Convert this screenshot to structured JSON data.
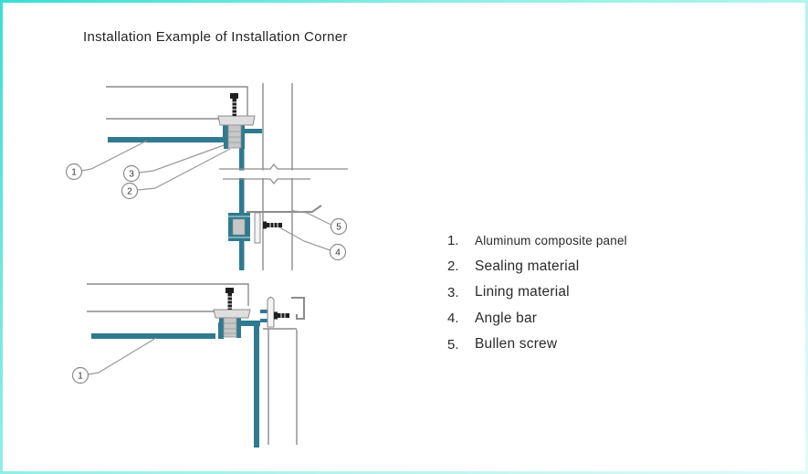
{
  "title": "Installation Example of Installation Corner",
  "colors": {
    "panel_teal": "#2f7a8f",
    "line_gray": "#8c8c8c",
    "leader_gray": "#9a9a9a",
    "screw_black": "#1f1f1f",
    "clamp_gray": "#c7c7c7",
    "plate_gray": "#dedede",
    "border_aqua": "#38ded5"
  },
  "callouts": {
    "u1": "1",
    "u2": "2",
    "u3": "3",
    "u4": "4",
    "u5": "5",
    "l1": "1"
  },
  "legend": {
    "items": [
      {
        "number": "1.",
        "label": "Aluminum composite panel"
      },
      {
        "number": "2.",
        "label": "Sealing material"
      },
      {
        "number": "3.",
        "label": "Lining material"
      },
      {
        "number": "4.",
        "label": "Angle bar"
      },
      {
        "number": "5.",
        "label": "Bullen screw"
      }
    ]
  }
}
